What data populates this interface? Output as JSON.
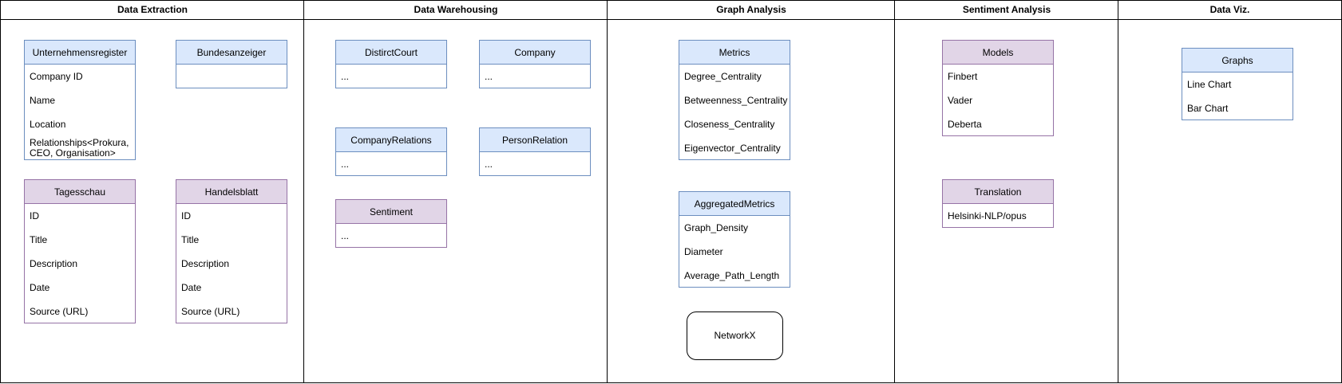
{
  "lanes": [
    {
      "title": "Data Extraction"
    },
    {
      "title": "Data Warehousing"
    },
    {
      "title": "Graph Analysis"
    },
    {
      "title": "Sentiment Analysis"
    },
    {
      "title": "Data Viz."
    }
  ],
  "boxes": {
    "unternehmensregister": {
      "title": "Unternehmensregister",
      "rows": [
        "Company ID",
        "Name",
        "Location",
        "Relationships<Prokura, CEO, Organisation>"
      ]
    },
    "bundesanzeiger": {
      "title": "Bundesanzeiger",
      "rows": [
        ""
      ]
    },
    "tagesschau": {
      "title": "Tagesschau",
      "rows": [
        "ID",
        "Title",
        "Description",
        "Date",
        "Source (URL)"
      ]
    },
    "handelsblatt": {
      "title": "Handelsblatt",
      "rows": [
        "ID",
        "Title",
        "Description",
        "Date",
        "Source (URL)"
      ]
    },
    "districtcourt": {
      "title": "DistirctCourt",
      "rows": [
        "..."
      ]
    },
    "company": {
      "title": "Company",
      "rows": [
        "..."
      ]
    },
    "companyrelations": {
      "title": "CompanyRelations",
      "rows": [
        "..."
      ]
    },
    "personrelation": {
      "title": "PersonRelation",
      "rows": [
        "..."
      ]
    },
    "sentiment": {
      "title": "Sentiment",
      "rows": [
        "..."
      ]
    },
    "metrics": {
      "title": "Metrics",
      "rows": [
        "Degree_Centrality",
        "Betweenness_Centrality",
        "Closeness_Centrality",
        "Eigenvector_Centrality"
      ]
    },
    "aggregatedmetrics": {
      "title": "AggregatedMetrics",
      "rows": [
        "Graph_Density",
        "Diameter",
        "Average_Path_Length"
      ]
    },
    "models": {
      "title": "Models",
      "rows": [
        "Finbert",
        "Vader",
        "Deberta"
      ]
    },
    "translation": {
      "title": "Translation",
      "rows": [
        "Helsinki-NLP/opus"
      ]
    },
    "graphs": {
      "title": "Graphs",
      "rows": [
        "Line Chart",
        "Bar Chart"
      ]
    }
  },
  "networkx": {
    "label": "NetworkX"
  },
  "colors": {
    "blue_fill": "#dae8fc",
    "blue_stroke": "#6c8ebf",
    "purple_fill": "#e1d5e7",
    "purple_stroke": "#9673a6"
  }
}
